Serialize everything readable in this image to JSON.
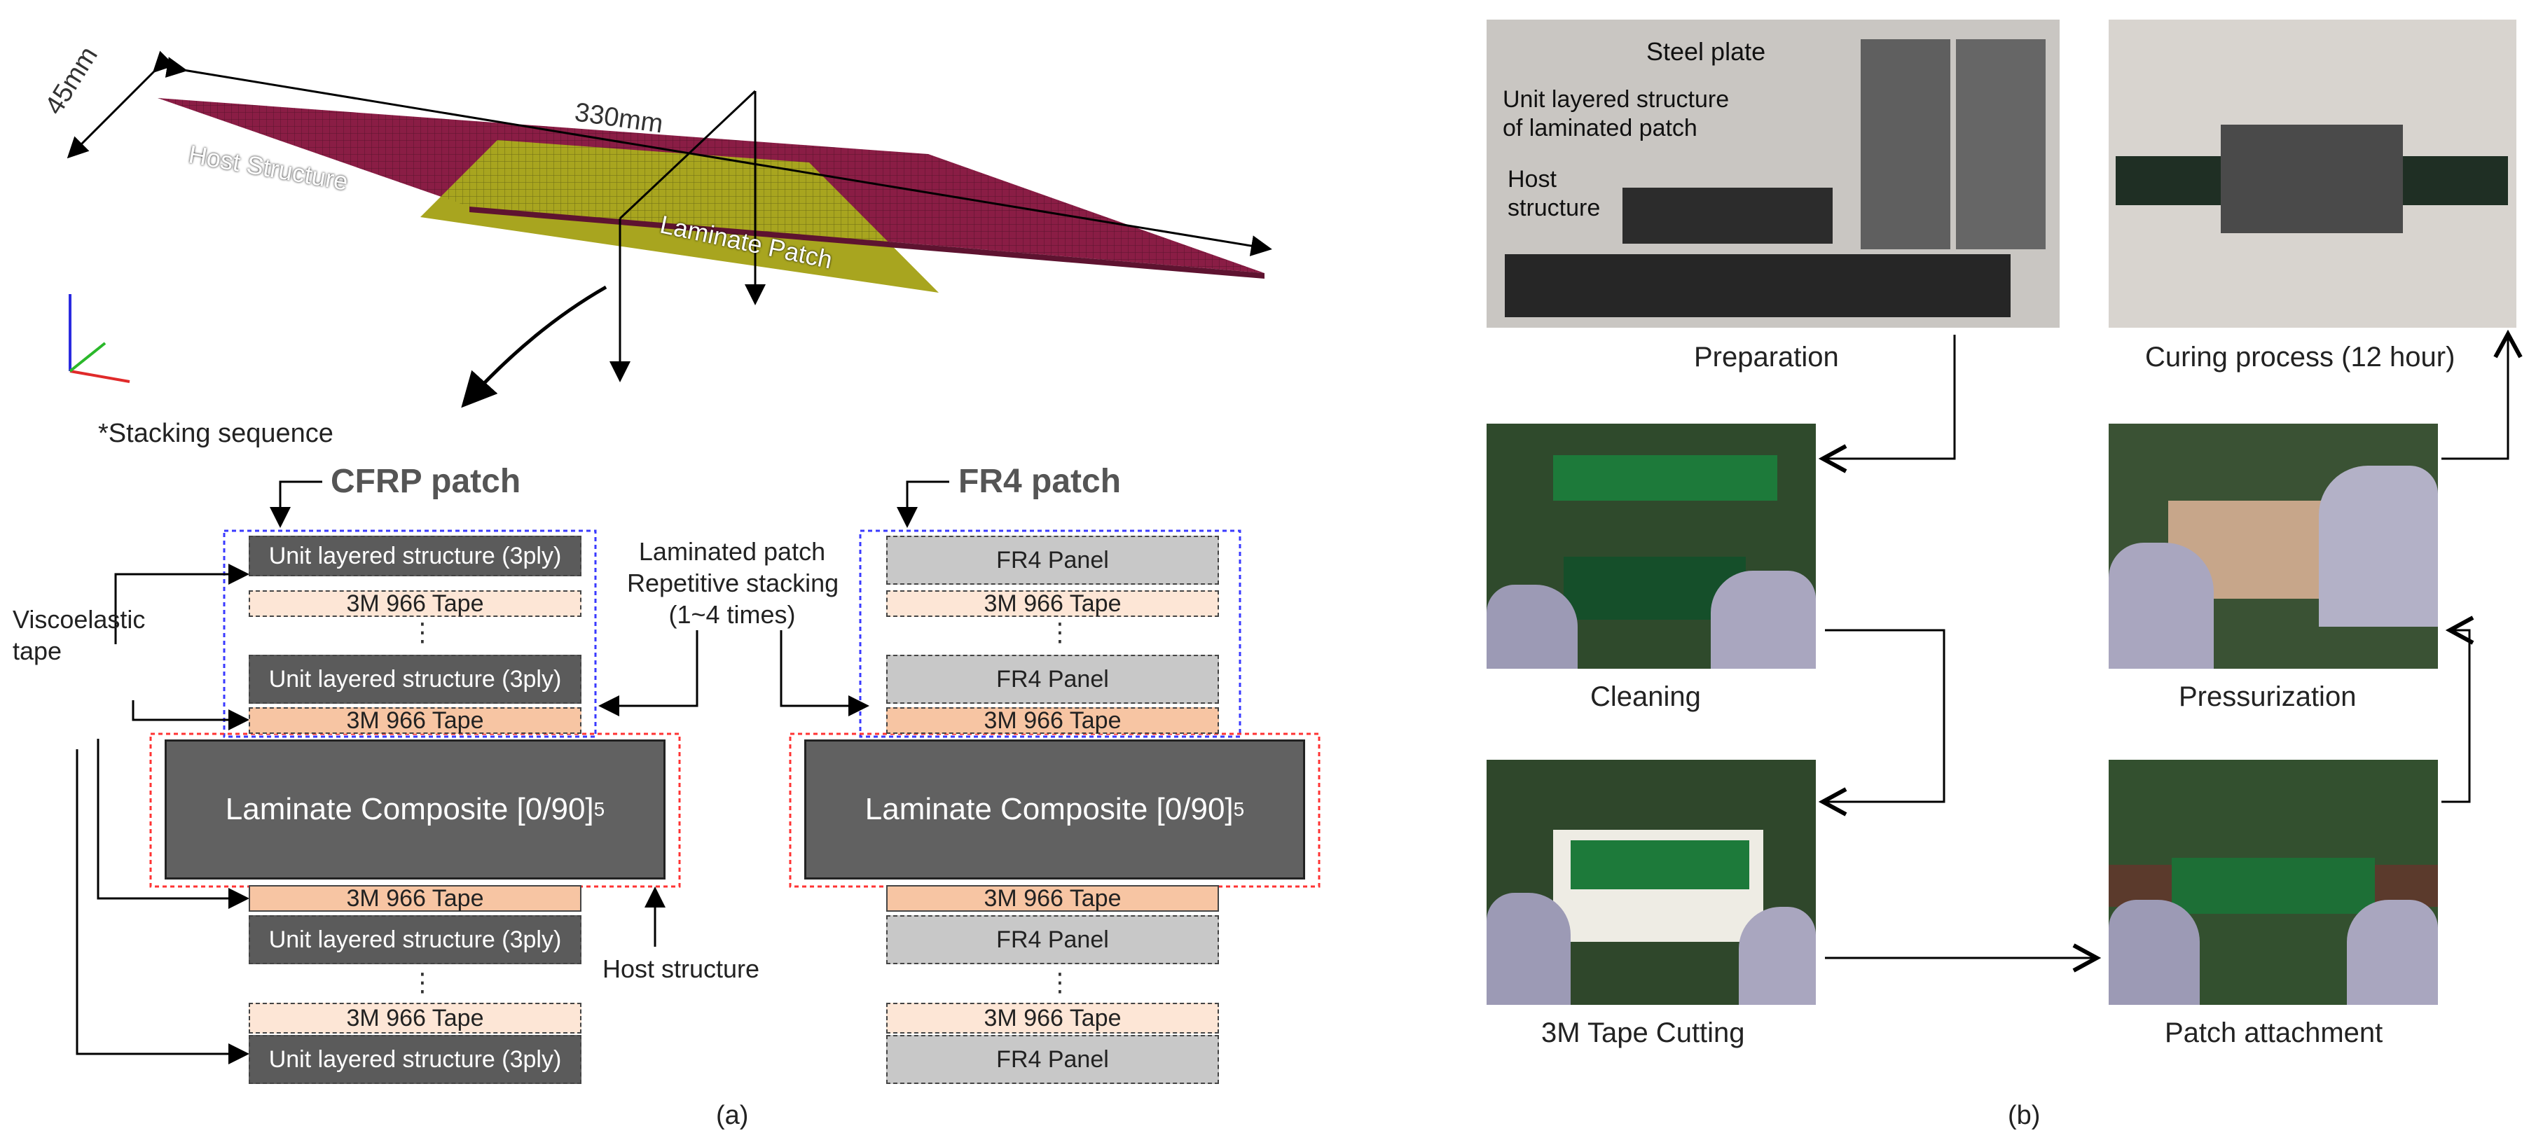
{
  "panel_a": {
    "label": "(a)",
    "dims": {
      "width": "45mm",
      "length": "330mm"
    },
    "model_labels": {
      "host": "Host Structure",
      "patch": "Laminate Patch"
    },
    "stacking_title": "*Stacking sequence",
    "cfrp_title": "CFRP patch",
    "fr4_title": "FR4 patch",
    "viscoelastic_label": "Viscoelastic\ntape",
    "laminated_patch_label": "Laminated patch\nRepetitive stacking\n(1~4 times)",
    "host_structure_label": "Host structure",
    "dots": "⋮",
    "cfrp_stack": {
      "unit": "Unit layered structure (3ply)",
      "tape": "3M 966 Tape",
      "laminate_main": "Laminate Composite [0/90]",
      "laminate_sub": "5"
    },
    "fr4_stack": {
      "panel": "FR4 Panel",
      "tape": "3M 966 Tape",
      "laminate_main": "Laminate Composite [0/90]",
      "laminate_sub": "5"
    }
  },
  "panel_b": {
    "label": "(b)",
    "steps": {
      "preparation": "Preparation",
      "curing": "Curing process (12 hour)",
      "cleaning": "Cleaning",
      "pressurization": "Pressurization",
      "cutting": "3M Tape Cutting",
      "attachment": "Patch attachment"
    },
    "prep_callouts": {
      "steel": "Steel plate",
      "unit": "Unit layered structure\nof laminated patch",
      "host": "Host\nstructure"
    }
  },
  "colors": {
    "host_structure": "#8a1d45",
    "laminate_patch": "#a8a51f",
    "unit_layer": "#5b5b5b",
    "tape_light": "#fde6d6",
    "tape_dark": "#f7c5a3",
    "fr4_panel": "#c8c8c8",
    "laminate": "#616161",
    "cutting_mat": "#2f4a2c",
    "cfrp_box": "#3a3aff",
    "host_box": "#ff3333"
  },
  "icons": [
    "axis-triad-icon",
    "curved-arrow-icon"
  ]
}
